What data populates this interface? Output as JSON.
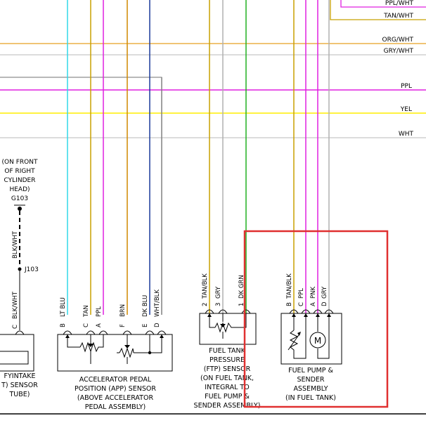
{
  "colors": {
    "ppl": "#e020e0",
    "yel": "#ffee00",
    "wht": "#c8c8c8",
    "orgwht": "#e8a020",
    "tan": "#c8a000",
    "ltblu": "#30d8e8",
    "brn": "#d08800",
    "dkblu": "#1a3a9a",
    "whtblk": "#808080",
    "dkgrn": "#20b020",
    "gry": "#b0b0b0",
    "highlight": "#e03030",
    "line": "#000000"
  },
  "bus": {
    "ppl_wht": "PPL/WHT",
    "tan_wht": "TAN/WHT",
    "org_wht": "ORG/WHT",
    "gry_wht": "GRY/WHT",
    "ppl": "PPL",
    "yel": "YEL",
    "wht": "WHT"
  },
  "ground": {
    "note": [
      "(ON FRONT",
      "OF RIGHT",
      "CYLINDER",
      "HEAD)"
    ],
    "id": "G103",
    "wire": "BLK/WHT",
    "splice": "J103"
  },
  "left_sensor": {
    "pin": "C",
    "wire": "BLK/WHT",
    "caption": [
      "FYINTAKE",
      "T) SENSOR",
      "TUBE)"
    ]
  },
  "app_sensor": {
    "pins": [
      {
        "pin": "B",
        "wire": "LT BLU"
      },
      {
        "pin": "C",
        "wire": "TAN"
      },
      {
        "pin": "A",
        "wire": "PPL"
      },
      {
        "pin": "F",
        "wire": "BRN"
      },
      {
        "pin": "E",
        "wire": "DK BLU"
      },
      {
        "pin": "D",
        "wire": "WHT/BLK"
      }
    ],
    "caption": [
      "ACCELERATOR PEDAL",
      "POSITION (APP) SENSOR",
      "(ABOVE ACCELERATOR",
      "PEDAL ASSEMBLY)"
    ]
  },
  "ftp_sensor": {
    "pins": [
      {
        "pin": "2",
        "wire": "TAN/BLK"
      },
      {
        "pin": "3",
        "wire": "GRY"
      },
      {
        "pin": "1",
        "wire": "DK GRN"
      }
    ],
    "caption": [
      "FUEL TANK",
      "PRESSURE",
      "(FTP) SENSOR",
      "(ON FUEL TANK,",
      "INTEGRAL TO",
      "FUEL PUMP &",
      "SENDER ASSEMBLY)"
    ]
  },
  "pump_assembly": {
    "pins": [
      {
        "pin": "B",
        "wire": "TAN/BLK"
      },
      {
        "pin": "C",
        "wire": "PPL"
      },
      {
        "pin": "A",
        "wire": "PNK"
      },
      {
        "pin": "D",
        "wire": "GRY"
      }
    ],
    "motor": "M",
    "caption": [
      "FUEL PUMP &",
      "SENDER",
      "ASSEMBLY",
      "(IN FUEL TANK)"
    ]
  }
}
